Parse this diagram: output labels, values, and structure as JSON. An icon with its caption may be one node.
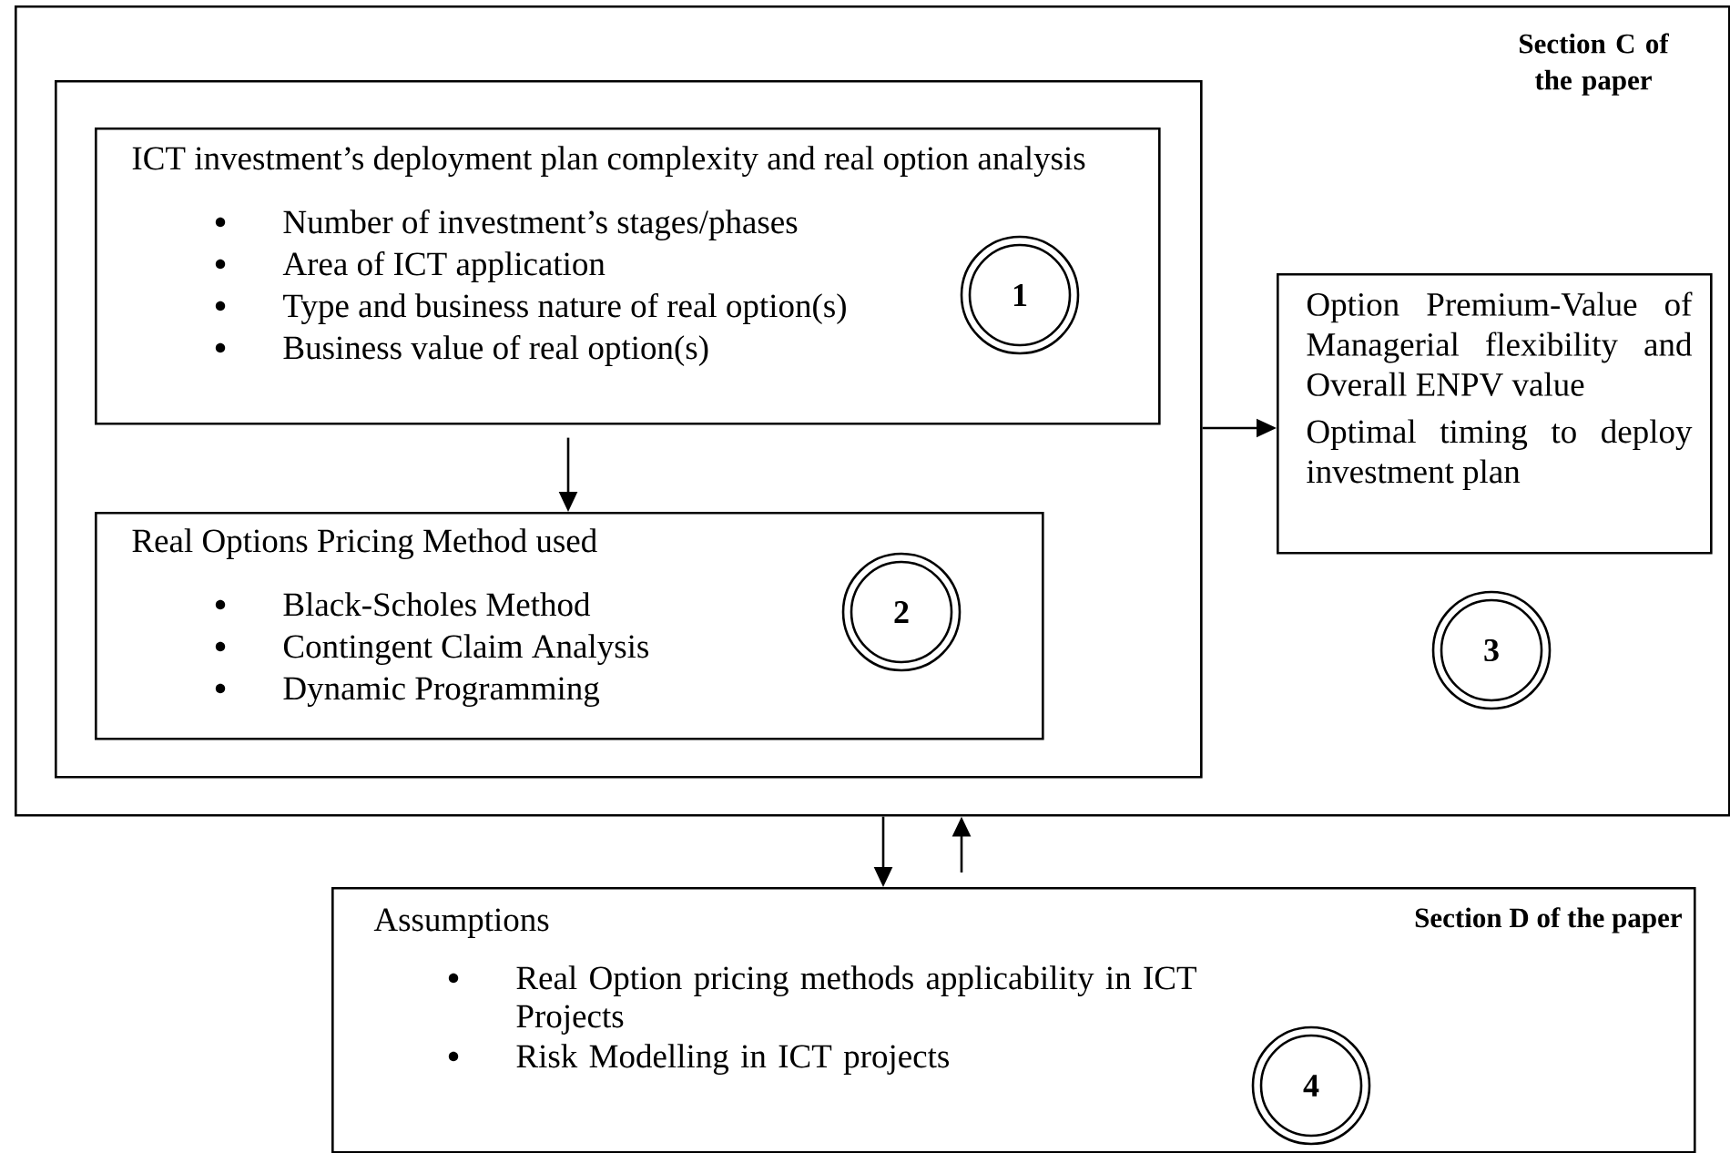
{
  "diagram": {
    "nodes": [
      {
        "text": [
          "Section C of the paper"
        ]
      },
      {
        "text": [],
        "shape": "box",
        "in": 0
      },
      {
        "text": [
          "ICT investment’s deployment plan complexity and real option analysis",
          "Number of investment’s stages/phases",
          "Area of ICT application",
          "Type and business nature of real option(s)",
          "Business value of real option(s)"
        ],
        "in": 1
      },
      {
        "text": [
          "1"
        ],
        "in": 2
      },
      {
        "text": [
          "Real Options Pricing Method used",
          "Black-Scholes Method",
          "Contingent Claim Analysis",
          "Dynamic Programming"
        ],
        "in": 1
      },
      {
        "text": [
          "2"
        ],
        "in": 4
      },
      {
        "text": [
          "Option Premium-Value of Managerial flexibility and Overall ENPV value",
          "Optimal timing to deploy investment plan"
        ],
        "in": 0
      },
      {
        "text": [
          "3"
        ],
        "in": 0
      },
      {
        "text": [
          "Assumptions",
          "Section D of the paper",
          "Real Option pricing methods applicability in ICT Projects",
          "Risk Modelling in ICT projects"
        ]
      },
      {
        "text": [
          "4"
        ],
        "in": 8
      }
    ],
    "edges": [
      {
        "from": 2,
        "to": 4,
        "arrow": "to"
      },
      {
        "from": 1,
        "to": 6,
        "arrow": "to"
      },
      {
        "from": 0,
        "to": 8,
        "arrow": "to"
      },
      {
        "from": 8,
        "to": 0,
        "arrow": "to"
      }
    ]
  }
}
